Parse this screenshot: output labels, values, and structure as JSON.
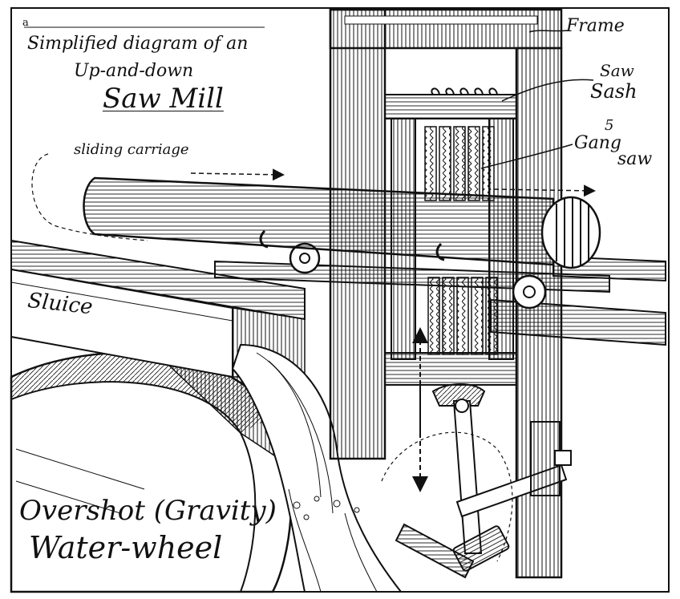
{
  "labels": {
    "corner_mark": "a",
    "title_line1": "Simplified diagram of an",
    "title_line2": "Up-and-down",
    "title_line3": "Saw Mill",
    "frame": "Frame",
    "saw_sash_line1": "Saw",
    "saw_sash_line2": "Sash",
    "gang_saw_number": "5",
    "gang_saw_line1": "Gang",
    "gang_saw_line2": "saw",
    "sliding_carriage": "sliding carriage",
    "sluice": "Sluice",
    "water_wheel_line1": "Overshot (Gravity)",
    "water_wheel_line2": "Water-wheel"
  },
  "colors": {
    "ink": "#111111",
    "paper": "#ffffff"
  }
}
